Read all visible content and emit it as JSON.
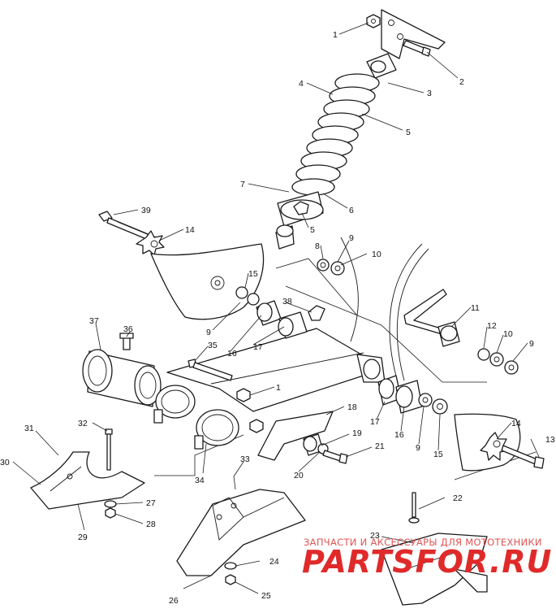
{
  "callouts": [
    {
      "id": "c1",
      "text": "1"
    },
    {
      "id": "c2",
      "text": "2"
    },
    {
      "id": "c3",
      "text": "3"
    },
    {
      "id": "c4",
      "text": "4"
    },
    {
      "id": "c5",
      "text": "5"
    },
    {
      "id": "c6",
      "text": "6"
    },
    {
      "id": "c7",
      "text": "7"
    },
    {
      "id": "c5b",
      "text": "5"
    },
    {
      "id": "c39",
      "text": "39"
    },
    {
      "id": "c14",
      "text": "14"
    },
    {
      "id": "c8",
      "text": "8"
    },
    {
      "id": "c9a",
      "text": "9"
    },
    {
      "id": "c10a",
      "text": "10"
    },
    {
      "id": "c15a",
      "text": "15"
    },
    {
      "id": "c38",
      "text": "38"
    },
    {
      "id": "c11",
      "text": "11"
    },
    {
      "id": "c12",
      "text": "12"
    },
    {
      "id": "c10b",
      "text": "10"
    },
    {
      "id": "c9b",
      "text": "9"
    },
    {
      "id": "c37",
      "text": "37"
    },
    {
      "id": "c36",
      "text": "36"
    },
    {
      "id": "c35",
      "text": "35"
    },
    {
      "id": "c9c",
      "text": "9"
    },
    {
      "id": "c16a",
      "text": "16"
    },
    {
      "id": "c17a",
      "text": "17"
    },
    {
      "id": "c1b",
      "text": "1"
    },
    {
      "id": "c18",
      "text": "18"
    },
    {
      "id": "c19",
      "text": "19"
    },
    {
      "id": "c21",
      "text": "21"
    },
    {
      "id": "c20",
      "text": "20"
    },
    {
      "id": "c17b",
      "text": "17"
    },
    {
      "id": "c16b",
      "text": "16"
    },
    {
      "id": "c9d",
      "text": "9"
    },
    {
      "id": "c15b",
      "text": "15"
    },
    {
      "id": "c14b",
      "text": "14"
    },
    {
      "id": "c13",
      "text": "13"
    },
    {
      "id": "c31",
      "text": "31"
    },
    {
      "id": "c32",
      "text": "32"
    },
    {
      "id": "c30",
      "text": "30"
    },
    {
      "id": "c33",
      "text": "33"
    },
    {
      "id": "c34",
      "text": "34"
    },
    {
      "id": "c27",
      "text": "27"
    },
    {
      "id": "c28",
      "text": "28"
    },
    {
      "id": "c29",
      "text": "29"
    },
    {
      "id": "c22",
      "text": "22"
    },
    {
      "id": "c23",
      "text": "23"
    },
    {
      "id": "c24",
      "text": "24"
    },
    {
      "id": "c25",
      "text": "25"
    },
    {
      "id": "c26",
      "text": "26"
    }
  ],
  "watermark": {
    "caption": "ЗАПЧАСТИ И АКСЕССУАРЫ ДЛЯ МОТОТЕХНИКИ",
    "brand": "PARTSFOR.RU"
  }
}
